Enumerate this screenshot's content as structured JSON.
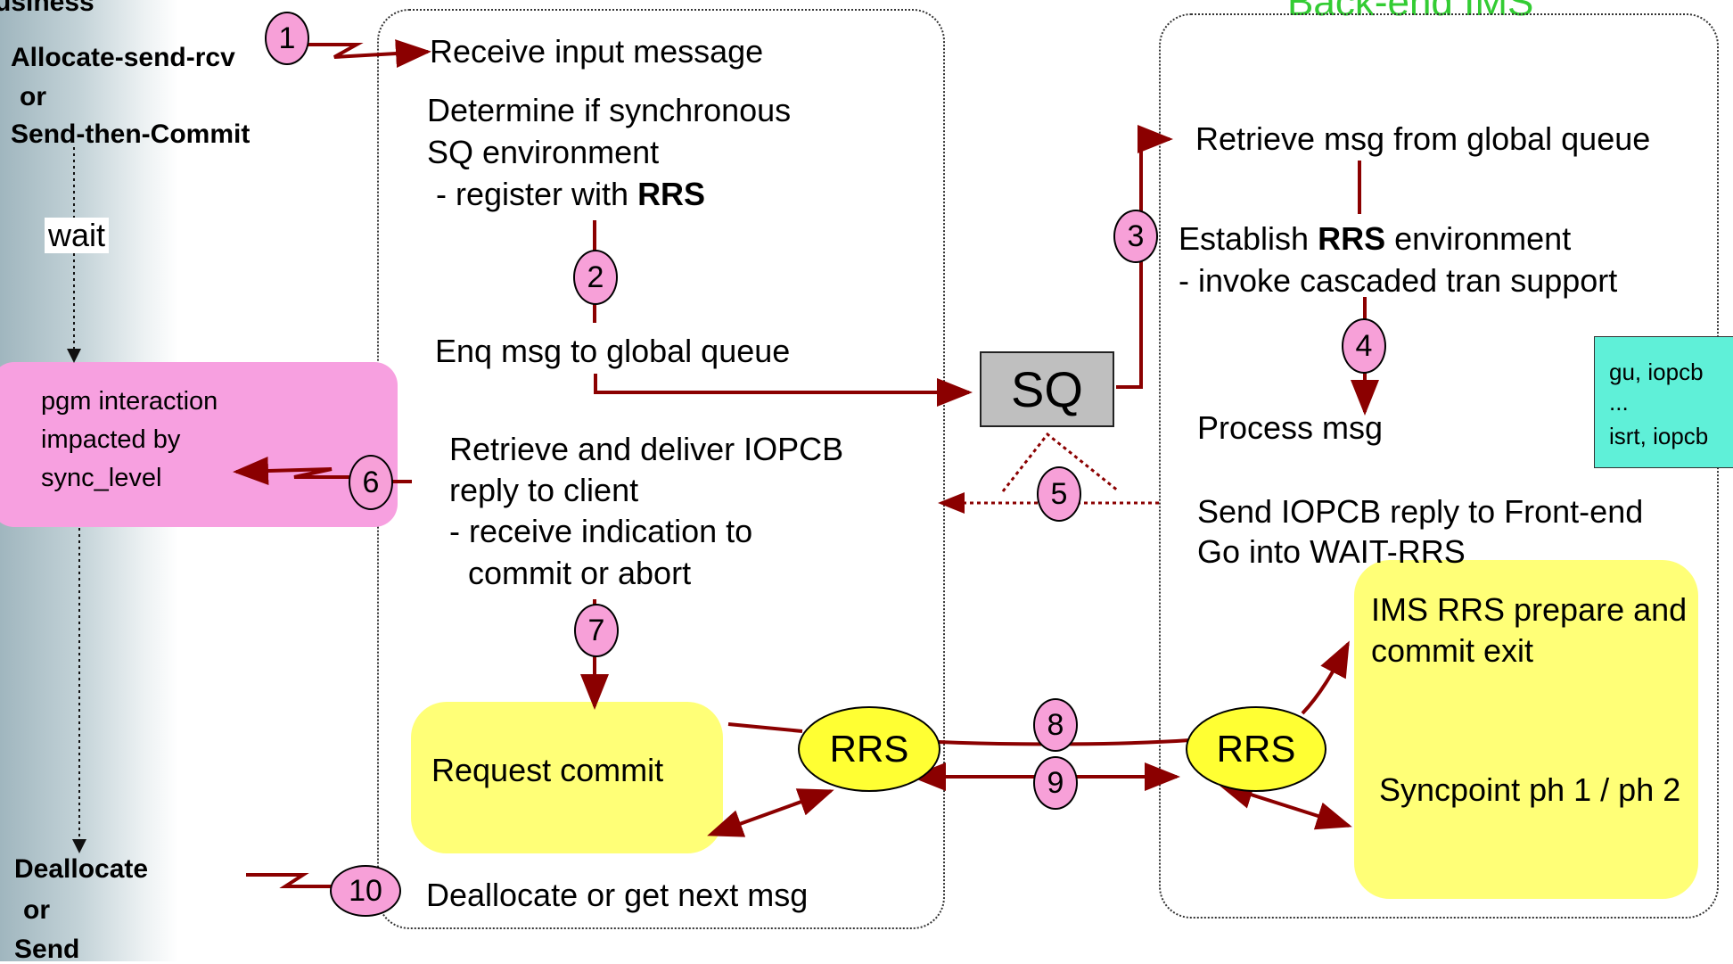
{
  "header": {
    "top_left_partial": "usiness",
    "top_right_partial": "Back-end IMS"
  },
  "client": {
    "start_line1": "Allocate-send-rcv",
    "start_line2": "or",
    "start_line3": "Send-then-Commit",
    "wait": "wait",
    "pink_line1": "pgm interaction",
    "pink_line2": "impacted by",
    "pink_line3": "sync_level",
    "end_line1": "Deallocate",
    "end_line2": "or",
    "end_line3": "Send"
  },
  "frontend": {
    "receive": "Receive input message",
    "determine1": "Determine if synchronous",
    "determine2": "SQ environment",
    "register_prefix": " - register with ",
    "register_bold": "RRS",
    "enq": "Enq msg to global queue",
    "retrieve1": "Retrieve and deliver IOPCB",
    "retrieve2": "reply to client",
    "retrieve3": "- receive indication to",
    "retrieve4": "commit or abort",
    "request_commit": "Request commit",
    "deallocate": "Deallocate or get next msg"
  },
  "sq": {
    "label": "SQ"
  },
  "backend": {
    "retrieve": "Retrieve msg from global queue",
    "establish_prefix": "Establish ",
    "establish_bold": "RRS",
    "establish_suffix": " environment",
    "invoke": "- invoke cascaded tran support",
    "process": "Process msg",
    "send1": "Send IOPCB reply to Front-end",
    "send2": "Go into WAIT-RRS",
    "ims_rrs1": "IMS RRS prepare and",
    "ims_rrs2": "commit exit",
    "syncpoint": "Syncpoint ph 1 / ph 2",
    "teal1": "gu, iopcb",
    "teal2": "...",
    "teal3": "isrt, iopcb"
  },
  "rrs": {
    "left": "RRS",
    "right": "RRS"
  },
  "steps": [
    "1",
    "2",
    "3",
    "4",
    "5",
    "6",
    "7",
    "8",
    "9",
    "10"
  ],
  "colors": {
    "arrow": "#8b0000",
    "pink_box": "#f7a0e0",
    "step_circle": "#f7a0d8",
    "yellow_box": "#ffff77",
    "rrs_ellipse": "#ffff33",
    "teal_box": "#5ff0d8",
    "sq_box": "#bfbfbf",
    "title_green": "#33cc33"
  }
}
